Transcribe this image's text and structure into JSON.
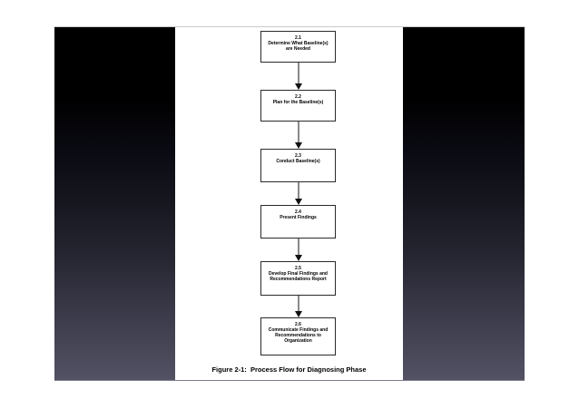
{
  "slide": {
    "background_top_color": "#000000",
    "background_bottom_color": "#525264",
    "page_color": "#ffffff",
    "box_border_color": "#2a2a2a",
    "arrow_color": "#111111"
  },
  "figure": {
    "caption": "Figure 2-1:  Process Flow for Diagnosing Phase",
    "steps": [
      {
        "number": "2.1",
        "lines": [
          "Determine What Baseline(s)",
          "are Needed"
        ]
      },
      {
        "number": "2.2",
        "lines": [
          "Plan for the Baseline(s)"
        ]
      },
      {
        "number": "2.3",
        "lines": [
          "Conduct Baseline(s)"
        ]
      },
      {
        "number": "2.4",
        "lines": [
          "Present Findings"
        ]
      },
      {
        "number": "2.5",
        "lines": [
          "Develop Final Findings and",
          "Recommendations Report"
        ]
      },
      {
        "number": "2.6",
        "lines": [
          "Communicate Findings and",
          "Recommendations to",
          "Organization"
        ]
      }
    ]
  }
}
